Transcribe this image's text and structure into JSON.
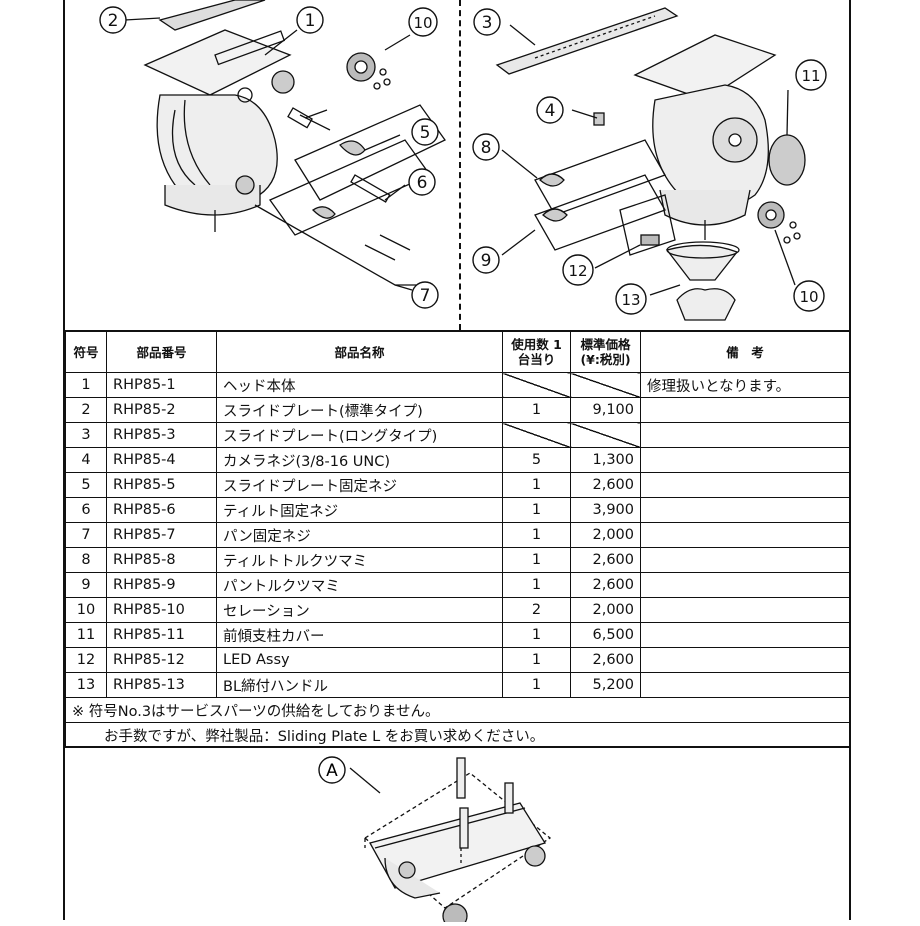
{
  "callouts_left": [
    "2",
    "1",
    "10",
    "5",
    "6",
    "7"
  ],
  "callouts_right": [
    "3",
    "4",
    "8",
    "9",
    "11",
    "12",
    "13",
    "10"
  ],
  "table": {
    "headers": {
      "num": "符号",
      "part_no": "部品番号",
      "part_name": "部品名称",
      "qty": "使用数 1台当り",
      "price": "標準価格 (¥:税別)",
      "remarks": "備　考"
    },
    "rows": [
      {
        "num": "1",
        "part_no": "RHP85-1",
        "part_name": "ヘッド本体",
        "qty": "",
        "price": "",
        "remarks": "修理扱いとなります。",
        "slash": true
      },
      {
        "num": "2",
        "part_no": "RHP85-2",
        "part_name": "スライドプレート(標準タイプ)",
        "qty": "1",
        "price": "9,100",
        "remarks": ""
      },
      {
        "num": "3",
        "part_no": "RHP85-3",
        "part_name": "スライドプレート(ロングタイプ)",
        "qty": "",
        "price": "",
        "remarks": "",
        "slash": true
      },
      {
        "num": "4",
        "part_no": "RHP85-4",
        "part_name": "カメラネジ(3/8-16 UNC)",
        "qty": "5",
        "price": "1,300",
        "remarks": ""
      },
      {
        "num": "5",
        "part_no": "RHP85-5",
        "part_name": "スライドプレート固定ネジ",
        "qty": "1",
        "price": "2,600",
        "remarks": ""
      },
      {
        "num": "6",
        "part_no": "RHP85-6",
        "part_name": "ティルト固定ネジ",
        "qty": "1",
        "price": "3,900",
        "remarks": ""
      },
      {
        "num": "7",
        "part_no": "RHP85-7",
        "part_name": "パン固定ネジ",
        "qty": "1",
        "price": "2,000",
        "remarks": ""
      },
      {
        "num": "8",
        "part_no": "RHP85-8",
        "part_name": "ティルトトルクツマミ",
        "qty": "1",
        "price": "2,600",
        "remarks": ""
      },
      {
        "num": "9",
        "part_no": "RHP85-9",
        "part_name": "パントルクツマミ",
        "qty": "1",
        "price": "2,600",
        "remarks": ""
      },
      {
        "num": "10",
        "part_no": "RHP85-10",
        "part_name": "セレーション",
        "qty": "2",
        "price": "2,000",
        "remarks": ""
      },
      {
        "num": "11",
        "part_no": "RHP85-11",
        "part_name": "前傾支柱カバー",
        "qty": "1",
        "price": "6,500",
        "remarks": ""
      },
      {
        "num": "12",
        "part_no": "RHP85-12",
        "part_name": "LED Assy",
        "qty": "1",
        "price": "2,600",
        "remarks": ""
      },
      {
        "num": "13",
        "part_no": "RHP85-13",
        "part_name": "BL締付ハンドル",
        "qty": "1",
        "price": "5,200",
        "remarks": ""
      }
    ],
    "note_line1": "※ 符号No.3はサービスパーツの供給をしておりません。",
    "note_line2": "お手数ですが、弊社製品：Sliding Plate L をお買い求めください。"
  },
  "bottom_callout": "A"
}
